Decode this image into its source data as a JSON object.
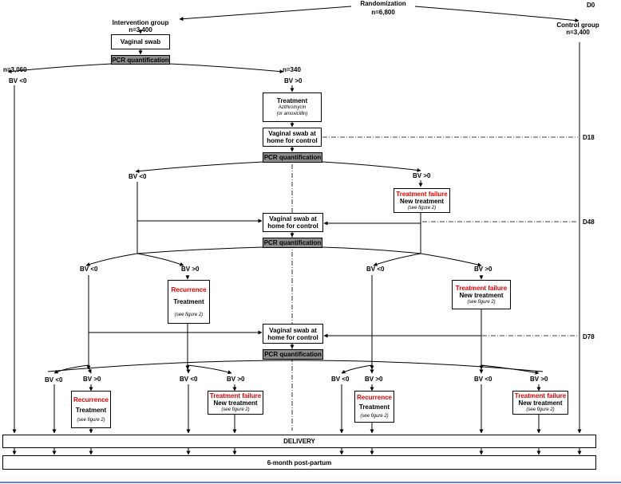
{
  "randomization": {
    "label": "Randomization",
    "n": "n=6,800"
  },
  "intervention": {
    "label": "Intervention group",
    "n": "n=3,400"
  },
  "control": {
    "label": "Control group",
    "n": "n=3,400"
  },
  "days": {
    "d0": "D0",
    "d18": "D18",
    "d48": "D48",
    "d78": "D78"
  },
  "vaginal_swab": "Vaginal swab",
  "pcr": "PCR quantification",
  "n_neg": "n=3,060",
  "n_pos": "n=340",
  "bv_neg": "BV <0",
  "bv_pos": "BV >0",
  "treatment": {
    "title": "Treatment",
    "drug": "Azithromycin",
    "alt": "(or amoxicillin)"
  },
  "home_swab": {
    "line1": "Vaginal swab at",
    "line2": "home for control"
  },
  "treatment_failure": "Treatment failure",
  "new_treatment": "New treatment",
  "see_figure": "(see figure 2)",
  "recurrence": "Recurrence",
  "treatment_word": "Treatment",
  "delivery": "DELIVERY",
  "postpartum": "6-month post-partum"
}
